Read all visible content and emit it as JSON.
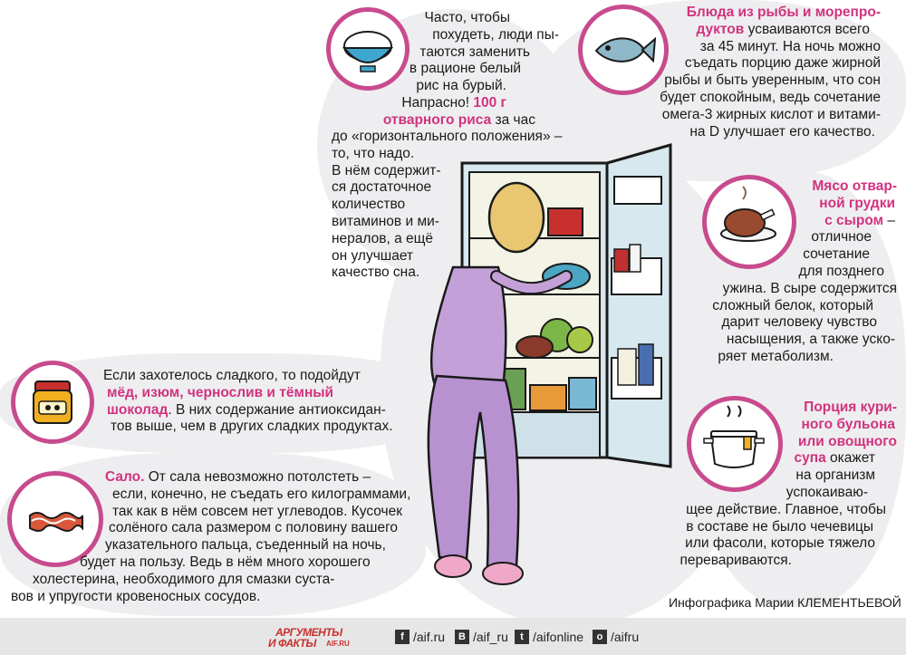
{
  "rice": {
    "lines": [
      "Часто, чтобы",
      "похудеть, люди пы-",
      "таются заменить",
      "в рационе белый",
      "рис на бурый."
    ],
    "highlight_prefix": "Напрасно! ",
    "highlight_1": "100 г",
    "highlight_2": "отварного риса",
    "after_highlight": " за час",
    "lines_2": [
      "до «горизонтального положения» –",
      "то, что надо.",
      "В нём содержит-",
      "ся достаточное",
      "количество",
      "витаминов и ми-",
      "нералов, а ещё",
      "он улучшает",
      "качество сна."
    ]
  },
  "fish": {
    "title_1": "Блюда из рыбы и морепро-",
    "title_2": "дуктов",
    "after_title": " усваиваются всего",
    "lines": [
      "за 45 минут. На ночь можно",
      "съедать порцию даже жирной",
      "рыбы и быть уверенным, что сон",
      "будет спокойным, ведь сочетание",
      "омега-3 жирных кислот и витами-",
      "на D улучшает его качество."
    ]
  },
  "chicken": {
    "title": [
      "Мясо отвар-",
      "ной грудки"
    ],
    "title_3": "с сыром",
    "title_3_suffix": " –",
    "lines": [
      "отличное",
      "сочетание",
      "для позднего",
      "ужина. В сыре содержится",
      "сложный белок, который",
      "дарит человеку чувство",
      "насыщения, а также уско-",
      "ряет метаболизм."
    ]
  },
  "honey": {
    "line_1": "Если захотелось сладкого, то подойдут",
    "title_1": "мёд, изюм, чернослив и тёмный",
    "title_2": "шоколад",
    "after_title": ". В них содержание антиоксидан-",
    "line_last": "тов выше, чем в других сладких продуктах."
  },
  "salo": {
    "title": "Сало.",
    "after_title": " От сала невозможно потолстеть –",
    "lines": [
      "если, конечно, не съедать его килограммами,",
      "так как в нём совсем нет углеводов. Кусочек",
      "солёного сала размером с половину вашего",
      "указательного пальца, съеденный на ночь,",
      "будет на пользу. Ведь в нём много хорошего",
      "холестерина, необходимого для смазки суста-",
      "вов и упругости кровеносных сосудов."
    ]
  },
  "soup": {
    "title": [
      "Порция кури-",
      "ного бульона",
      "или овощного"
    ],
    "title_last": "супа",
    "after_title": " окажет",
    "lines": [
      "на организм",
      "успокаиваю-",
      "щее действие. Главное, чтобы",
      "в составе не было чечевицы",
      "или фасоли, которые тяжело",
      "перевариваются."
    ]
  },
  "credit": "Инфографика Марии КЛЕМЕНТЬЕВОЙ",
  "footer": {
    "logo_1": "АРГУМЕНТЫ",
    "logo_2": "И ФАКТЫ",
    "logo_3": "AIF.RU",
    "social": [
      {
        "icon": "f",
        "name": "facebook-icon",
        "label": "/aif.ru"
      },
      {
        "icon": "B",
        "name": "vk-icon",
        "label": "/aif_ru"
      },
      {
        "icon": "t",
        "name": "twitter-icon",
        "label": "/aifonline"
      },
      {
        "icon": "o",
        "name": "odnoklassniki-icon",
        "label": "/aifru"
      }
    ]
  },
  "colors": {
    "accent": "#d1337f",
    "circle_border": "#c84b8e",
    "background_blob": "#eeeef0",
    "footer": "#e6e6e6"
  }
}
